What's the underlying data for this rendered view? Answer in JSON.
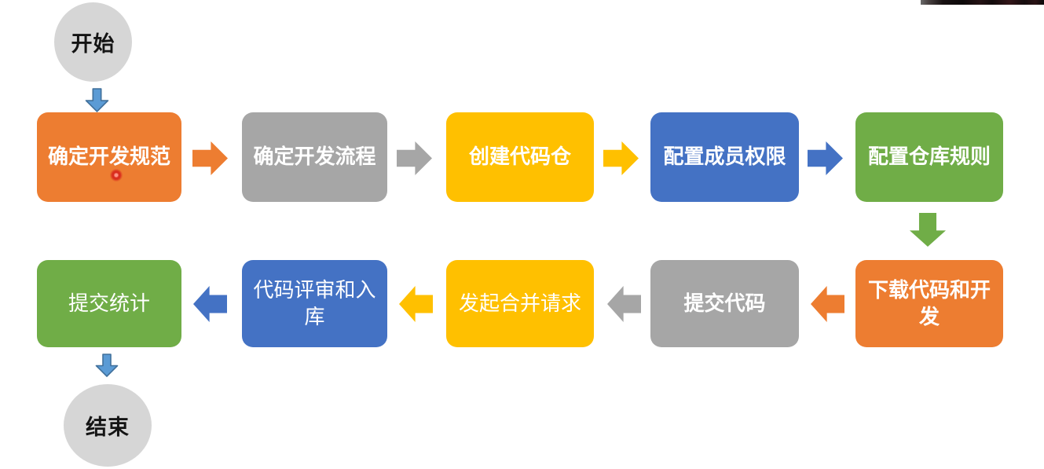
{
  "flow": {
    "start_label": "开始",
    "end_label": "结束",
    "row1": [
      {
        "label": "确定开发规范"
      },
      {
        "label": "确定开发流程"
      },
      {
        "label": "创建代码仓"
      },
      {
        "label": "配置成员权限"
      },
      {
        "label": "配置仓库规则"
      }
    ],
    "row2_direction": "right-to-left",
    "row2": [
      {
        "label": "提交统计"
      },
      {
        "label": "代码评审和入库"
      },
      {
        "label": "发起合并请求"
      },
      {
        "label": "提交代码"
      },
      {
        "label": "下载代码和开发"
      }
    ]
  },
  "colors": {
    "orange": "#ED7D31",
    "gray": "#A6A6A6",
    "yellow": "#FFC000",
    "blue": "#4472C4",
    "green": "#70AD47",
    "terminal_gray": "#D6D6D6",
    "connector_blue_fill": "#5B9BD5",
    "connector_blue_stroke": "#41719C",
    "laser_red": "#D8281C"
  }
}
